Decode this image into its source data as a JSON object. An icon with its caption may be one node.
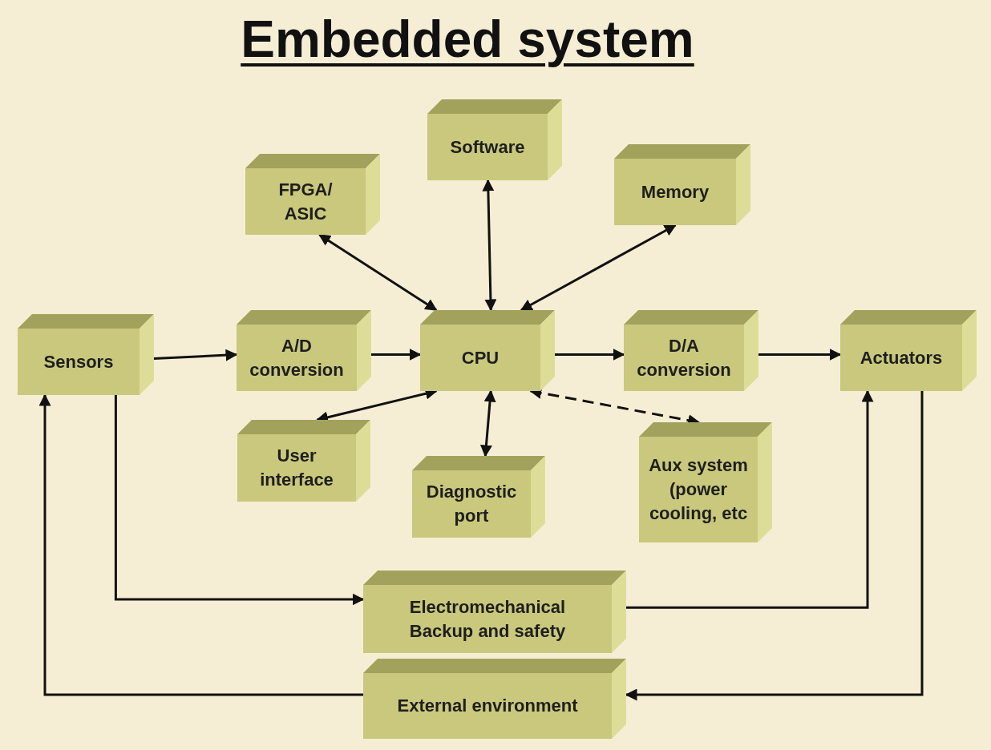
{
  "diagram": {
    "title": "Embedded system",
    "nodes": [
      {
        "text": [
          "Software"
        ]
      },
      {
        "text": [
          "FPGA/ ASIC"
        ]
      },
      {
        "text": [
          "Memory"
        ]
      },
      {
        "text": [
          "Sensors"
        ]
      },
      {
        "text": [
          "A/D conversion"
        ]
      },
      {
        "text": [
          "CPU"
        ]
      },
      {
        "text": [
          "D/A conversion"
        ]
      },
      {
        "text": [
          "Actuators"
        ]
      },
      {
        "text": [
          "User interface"
        ]
      },
      {
        "text": [
          "Diagnostic port"
        ]
      },
      {
        "text": [
          "Aux system (power cooling, etc"
        ]
      },
      {
        "text": [
          "Electromechanical Backup and safety"
        ]
      },
      {
        "text": [
          "External environment"
        ]
      }
    ],
    "edges": [
      {
        "from": 5,
        "to": 1,
        "arrow": "both"
      },
      {
        "from": 5,
        "to": 0,
        "arrow": "both"
      },
      {
        "from": 5,
        "to": 2,
        "arrow": "both"
      },
      {
        "from": 3,
        "to": 4,
        "arrow": "to"
      },
      {
        "from": 4,
        "to": 5,
        "arrow": "to"
      },
      {
        "from": 5,
        "to": 6,
        "arrow": "to"
      },
      {
        "from": 6,
        "to": 7,
        "arrow": "to"
      },
      {
        "from": 5,
        "to": 8,
        "arrow": "both"
      },
      {
        "from": 5,
        "to": 9,
        "arrow": "both"
      },
      {
        "from": 5,
        "to": 10,
        "arrow": "both",
        "style": "dashed"
      },
      {
        "from": 3,
        "to": 11,
        "arrow": "to"
      },
      {
        "from": 11,
        "to": 7,
        "arrow": "to"
      },
      {
        "from": 7,
        "to": 12,
        "arrow": "to"
      },
      {
        "from": 12,
        "to": 3,
        "arrow": "to"
      }
    ]
  }
}
